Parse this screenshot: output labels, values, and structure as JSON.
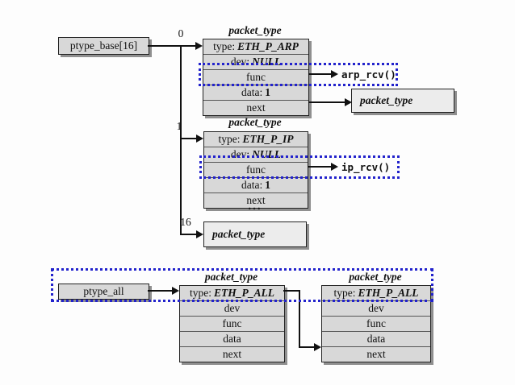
{
  "diagram": {
    "colors": {
      "highlight_blue": "#2222cc",
      "row_fill": "#d8d8d8",
      "plain_box_fill": "#ececec",
      "line_black": "#111111",
      "shadow_gray": "#8f8f8f"
    },
    "ptype_base": {
      "label": "ptype_base[16]"
    },
    "ptype_all": {
      "label": "ptype_all"
    },
    "bucket_indexes": {
      "first": "0",
      "second": "1",
      "last": "16"
    },
    "ellipsis": "...",
    "handlers": {
      "arp": "arp_rcv()",
      "ip": "ip_rcv()"
    },
    "arp_struct": {
      "title": "packet_type",
      "rows": {
        "type": {
          "label": "type:",
          "value": "ETH_P_ARP"
        },
        "dev": {
          "label": "dev:",
          "value": "NULL"
        },
        "func": {
          "label": "func"
        },
        "data": {
          "label": "data:",
          "value": "1"
        },
        "next": {
          "label": "next"
        }
      }
    },
    "ip_struct": {
      "title": "packet_type",
      "rows": {
        "type": {
          "label": "type:",
          "value": "ETH_P_IP"
        },
        "dev": {
          "label": "dev:",
          "value": "NULL"
        },
        "func": {
          "label": "func"
        },
        "data": {
          "label": "data:",
          "value": "1"
        },
        "next": {
          "label": "next"
        }
      }
    },
    "next_struct": {
      "title": "packet_type"
    },
    "tail_struct": {
      "title": "packet_type"
    },
    "all_struct_first": {
      "title": "packet_type",
      "rows": {
        "type": {
          "label": "type:",
          "value": "ETH_P_ALL"
        },
        "dev": {
          "label": "dev"
        },
        "func": {
          "label": "func"
        },
        "data": {
          "label": "data"
        },
        "next": {
          "label": "next"
        }
      }
    },
    "all_struct_second": {
      "title": "packet_type",
      "rows": {
        "type": {
          "label": "type:",
          "value": "ETH_P_ALL"
        },
        "dev": {
          "label": "dev"
        },
        "func": {
          "label": "func"
        },
        "data": {
          "label": "data"
        },
        "next": {
          "label": "next"
        }
      }
    }
  }
}
